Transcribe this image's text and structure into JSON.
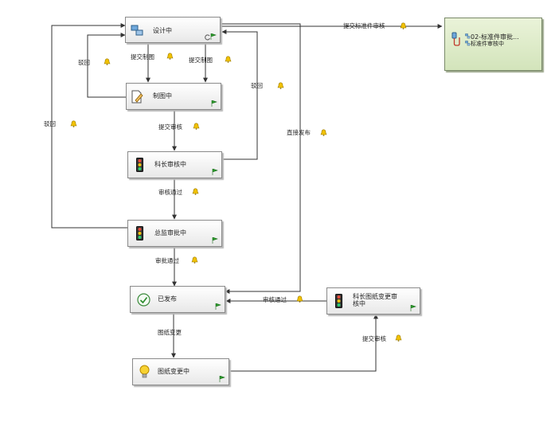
{
  "nodes": {
    "design": "设计中",
    "drawing": "制图中",
    "section_review": "科长审核中",
    "director_approve": "总监审批中",
    "published": "已发布",
    "change": "图纸变更中",
    "change_review_line1": "科长图纸变更审",
    "change_review_line2": "核中"
  },
  "subprocess": {
    "title": "02-标准件审批...",
    "subtitle": "标准件审核中"
  },
  "edges": {
    "submit_std_review": "提交标准件审核",
    "submit_drawing_1": "提交制图",
    "submit_drawing_2": "提交制图",
    "reject_inner": "驳回",
    "reject_right": "驳回",
    "reject_outer": "驳回",
    "submit_review": "提交审核",
    "direct_publish": "直接发布",
    "review_pass": "审核通过",
    "approve_pass": "审批通过",
    "review_pass_change": "审核通过",
    "drawing_change": "图纸变更",
    "submit_review_change": "提交审核"
  },
  "colors": {
    "flag": "#2a9a2a",
    "bell": "#e8b400",
    "line": "#333333",
    "subprocess_bg": "#d8e8c0"
  }
}
